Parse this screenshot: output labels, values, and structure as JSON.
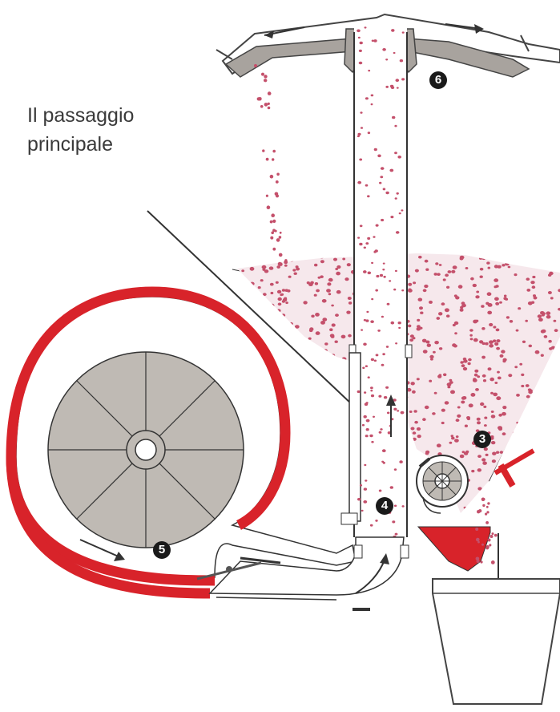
{
  "caption": {
    "line1": "Il passaggio",
    "line2": "principale"
  },
  "markers": [
    "3",
    "4",
    "5",
    "6"
  ],
  "colors": {
    "seed": "#c4506b",
    "housing_red": "#d8232a",
    "fan_disc": "#bfbab4",
    "hopper_gray": "#a8a39e",
    "outline": "#333333"
  }
}
